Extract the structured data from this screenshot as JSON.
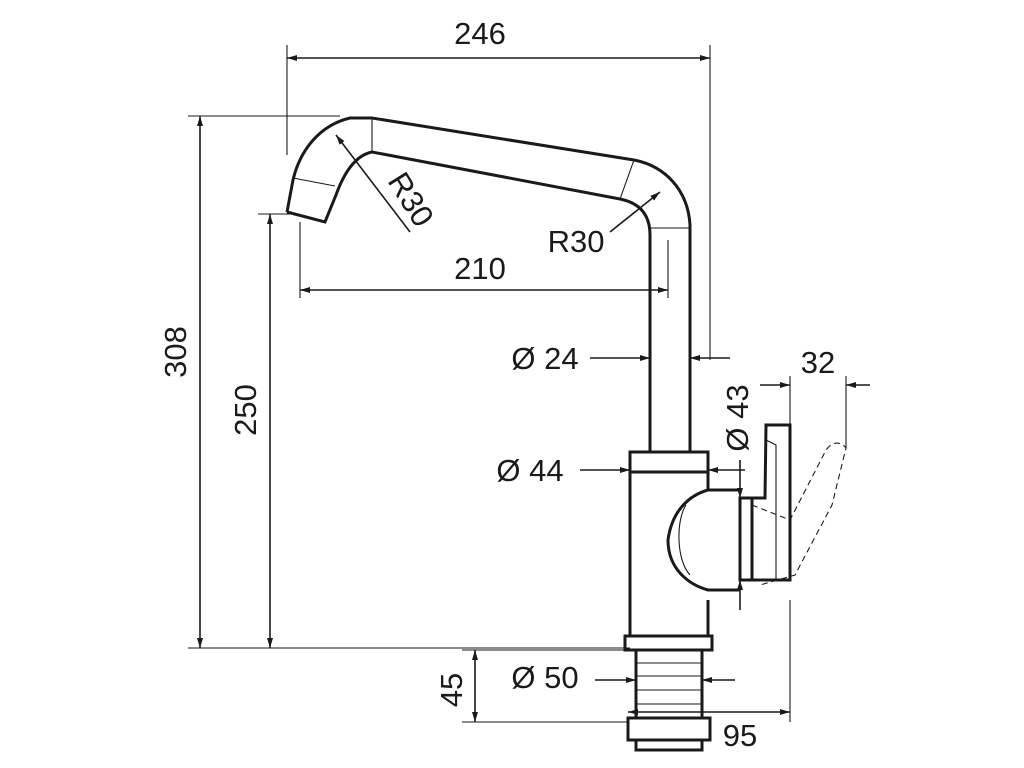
{
  "dimensions": {
    "width_total": "246",
    "radius_spout": "R30",
    "radius_elbow": "R30",
    "reach": "210",
    "diam_tube": "Ø 24",
    "diam_body_top": "Ø 44",
    "diam_handle": "Ø 43",
    "handle_width": "32",
    "height_total": "308",
    "height_spout": "250",
    "diam_base": "Ø 50",
    "shank_height": "45",
    "base_width": "95"
  }
}
